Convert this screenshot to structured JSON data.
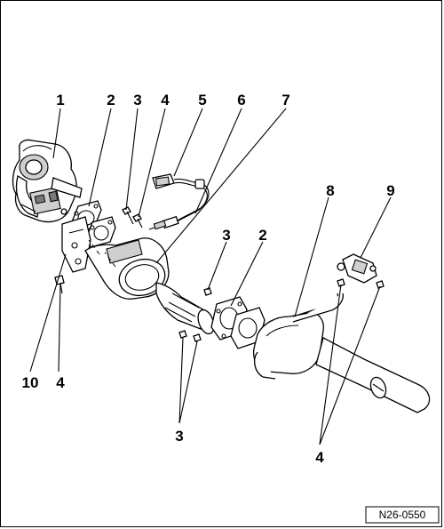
{
  "callouts": [
    {
      "id": "1",
      "text": "1"
    },
    {
      "id": "2a",
      "text": "2"
    },
    {
      "id": "3a",
      "text": "3"
    },
    {
      "id": "4a",
      "text": "4"
    },
    {
      "id": "5",
      "text": "5"
    },
    {
      "id": "6",
      "text": "6"
    },
    {
      "id": "7",
      "text": "7"
    },
    {
      "id": "8",
      "text": "8"
    },
    {
      "id": "9",
      "text": "9"
    },
    {
      "id": "3b",
      "text": "3"
    },
    {
      "id": "2b",
      "text": "2"
    },
    {
      "id": "10",
      "text": "10"
    },
    {
      "id": "4b",
      "text": "4"
    },
    {
      "id": "3c",
      "text": "3"
    },
    {
      "id": "4c",
      "text": "4"
    }
  ],
  "reference": "N26-0550"
}
